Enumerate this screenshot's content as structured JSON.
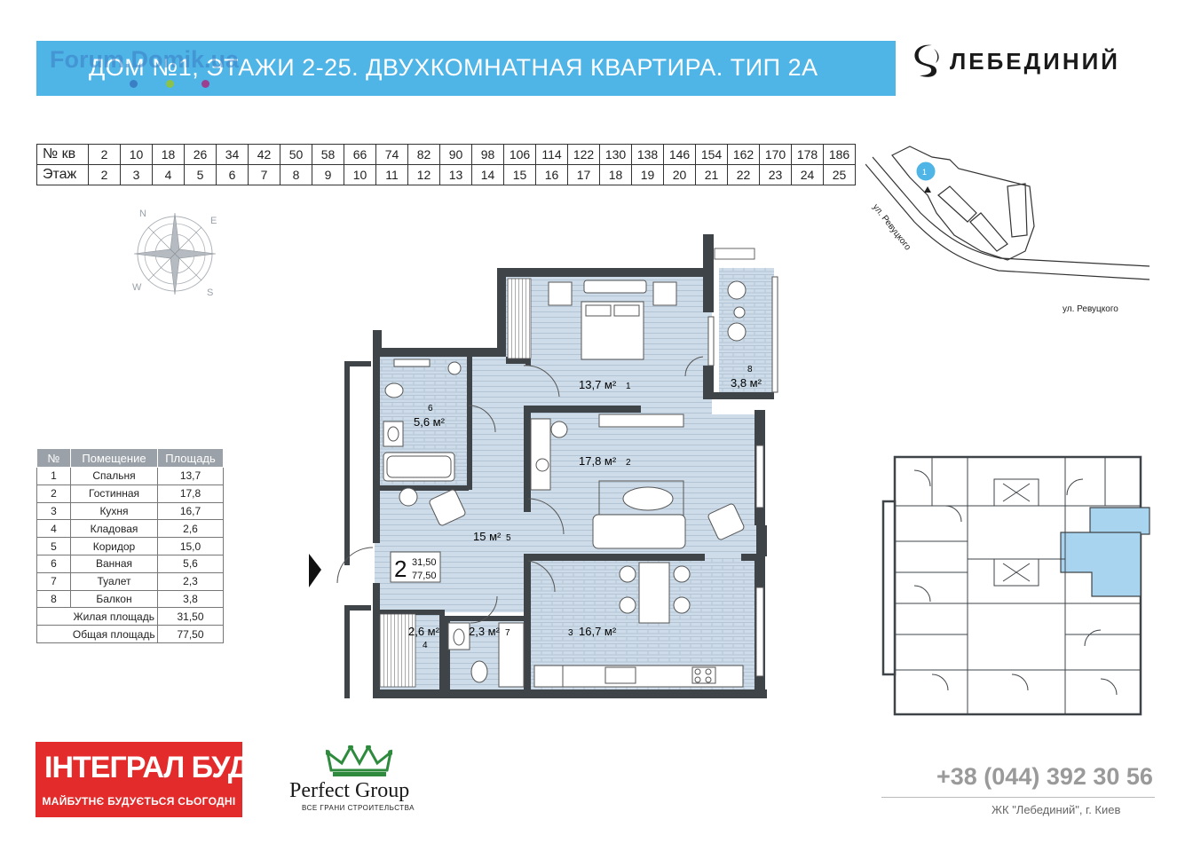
{
  "header": {
    "title": "ДОМ №1, ЭТАЖИ 2-25. ДВУХКОМНАТНАЯ КВАРТИРА. ТИП 2А",
    "watermark": "Forum.Domik.ua"
  },
  "brand": {
    "name": "ЛЕБЕДИНИЙ"
  },
  "floors_table": {
    "row_labels": [
      "№ кв",
      "Этаж"
    ],
    "apartments": [
      "2",
      "10",
      "18",
      "26",
      "34",
      "42",
      "50",
      "58",
      "66",
      "74",
      "82",
      "90",
      "98",
      "106",
      "114",
      "122",
      "130",
      "138",
      "146",
      "154",
      "162",
      "170",
      "178",
      "186"
    ],
    "floors": [
      "2",
      "3",
      "4",
      "5",
      "6",
      "7",
      "8",
      "9",
      "10",
      "11",
      "12",
      "13",
      "14",
      "15",
      "16",
      "17",
      "18",
      "19",
      "20",
      "21",
      "22",
      "23",
      "24",
      "25"
    ]
  },
  "compass": {
    "n": "N",
    "e": "E",
    "s": "S",
    "w": "W"
  },
  "site_map": {
    "street_label_1": "ул. Ревуцкого",
    "street_label_2": "ул. Ревуцкого",
    "marker": "1"
  },
  "rooms_table": {
    "headers": [
      "№",
      "Помещение",
      "Площадь"
    ],
    "rows": [
      {
        "n": "1",
        "name": "Спальня",
        "area": "13,7"
      },
      {
        "n": "2",
        "name": "Гостинная",
        "area": "17,8"
      },
      {
        "n": "3",
        "name": "Кухня",
        "area": "16,7"
      },
      {
        "n": "4",
        "name": "Кладовая",
        "area": "2,6"
      },
      {
        "n": "5",
        "name": "Коридор",
        "area": "15,0"
      },
      {
        "n": "6",
        "name": "Ванная",
        "area": "5,6"
      },
      {
        "n": "7",
        "name": "Туалет",
        "area": "2,3"
      },
      {
        "n": "8",
        "name": "Балкон",
        "area": "3,8"
      }
    ],
    "living_label": "Жилая площадь",
    "living_area": "31,50",
    "total_label": "Общая площадь",
    "total_area": "77,50"
  },
  "plan": {
    "bedroom": {
      "area": "13,7 м²",
      "num": "1"
    },
    "living": {
      "area": "17,8 м²",
      "num": "2"
    },
    "kitchen": {
      "area": "16,7 м²",
      "num": "3"
    },
    "storage": {
      "area": "2,6 м²",
      "num": "4"
    },
    "corridor": {
      "area": "15 м²",
      "num": "5"
    },
    "bath": {
      "area": "5,6 м²",
      "num": "6"
    },
    "toilet": {
      "area": "2,3 м²",
      "num": "7"
    },
    "balcony": {
      "area": "3,8 м²",
      "num": "8"
    },
    "badge_rooms": "2",
    "badge_living": "31,50",
    "badge_total": "77,50"
  },
  "logos": {
    "integral_name": "ІНТЕГРАЛ БУД",
    "integral_slogan": "МАЙБУТНЄ БУДУЄТЬСЯ СЬОГОДНІ",
    "perfect_name": "Perfect Group",
    "perfect_slogan": "ВСЕ ГРАНИ СТРОИТЕЛЬСТВА"
  },
  "contact": {
    "phone": "+38 (044) 392 30 56",
    "footer": "ЖК \"Лебединий\", г. Киев"
  },
  "colors": {
    "header_bg": "#4fb4e6",
    "plan_fill": "#c9d9e6",
    "highlight": "#a9d4ef",
    "integral_red": "#e42b2b",
    "crown_green": "#2e8b3e"
  }
}
